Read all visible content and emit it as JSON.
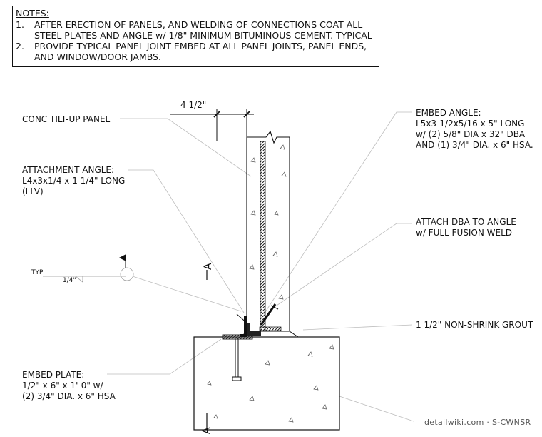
{
  "notes": {
    "title": "NOTES:",
    "items": [
      {
        "num": "1.",
        "line1": "AFTER ERECTION OF PANELS, AND WELDING OF CONNECTIONS COAT ALL",
        "line2": "STEEL PLATES AND ANGLE w/  1/8\" MINIMUM BITUMINOUS CEMENT. TYPICAL"
      },
      {
        "num": "2.",
        "line1": "PROVIDE TYPICAL PANEL JOINT EMBED AT ALL PANEL JOINTS, PANEL ENDS,",
        "line2": "AND WINDOW/DOOR JAMBS."
      }
    ]
  },
  "dimension": "4 1/2\"",
  "labels": {
    "conc_panel": "CONC TILT-UP PANEL",
    "attachment_angle": [
      "ATTACHMENT ANGLE:",
      "L4x3x1/4 x 1 1/4\" LONG",
      "(LLV)"
    ],
    "embed_angle": [
      "EMBED ANGLE:",
      "L5x3-1/2x5/16 x 5\" LONG",
      "w/  (2) 5/8\" DIA x 32\" DBA",
      "AND (1) 3/4\" DIA. x 6\" HSA."
    ],
    "attach_dba": [
      "ATTACH DBA TO ANGLE",
      "w/ FULL FUSION WELD"
    ],
    "grout": "1 1/2\" NON-SHRINK GROUT",
    "embed_plate": [
      "EMBED PLATE:",
      "1/2\" x 6\" x 1'-0\" w/",
      "(2) 3/4\" DIA. x 6\" HSA"
    ]
  },
  "weld_symbol": {
    "typ": "TYP",
    "size": "1/4\""
  },
  "section_mark": "A",
  "watermark": "detailwiki.com · S-CWNSR",
  "colors": {
    "line": "#111111",
    "leader": "#bdbdbd",
    "hatch": "#222222"
  }
}
